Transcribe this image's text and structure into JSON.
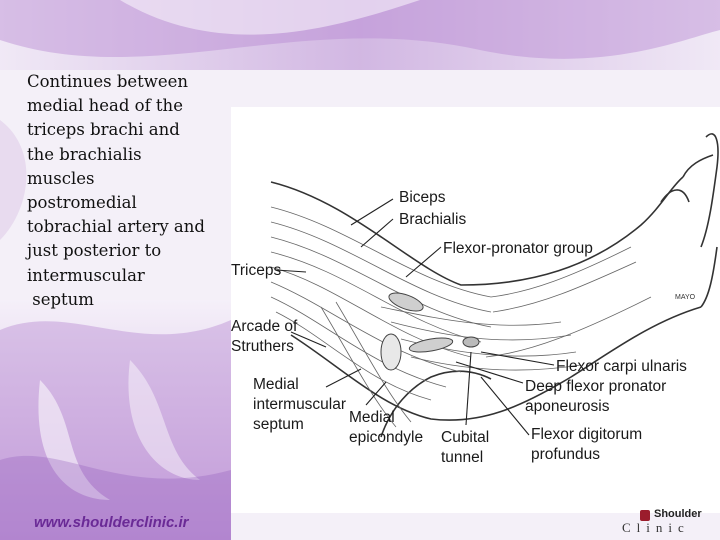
{
  "slide": {
    "body_lines": [
      "Continues between",
      "medial head of the",
      "triceps brachi and",
      "the brachialis",
      "muscles",
      "postromedial",
      "tobrachial artery and",
      "just posterior to",
      "intermuscular",
      " septum"
    ],
    "footer_url": "www.shoulderclinic.ir",
    "logo": {
      "top": "Shoulder",
      "bottom": "Clinic"
    }
  },
  "figure": {
    "labels": {
      "biceps": "Biceps",
      "brachialis": "Brachialis",
      "flexor_pronator_group": "Flexor-pronator group",
      "triceps": "Triceps",
      "arcade_1": "Arcade of",
      "arcade_2": "Struthers",
      "medial_1": "Medial",
      "medial_2": "intermuscular",
      "medial_3": "septum",
      "epicondyle_1": "Medial",
      "epicondyle_2": "epicondyle",
      "cubital_1": "Cubital",
      "cubital_2": "tunnel",
      "fcu": "Flexor carpi ulnaris",
      "deep_1": "Deep flexor pronator",
      "deep_2": "aponeurosis",
      "fdp_1": "Flexor digitorum",
      "fdp_2": "profundus",
      "mayo": "MAYO"
    }
  },
  "colors": {
    "accent_purple": "#6a2a96",
    "background_lilac": "#e6d8ef",
    "logo_red": "#9b1c2c"
  }
}
